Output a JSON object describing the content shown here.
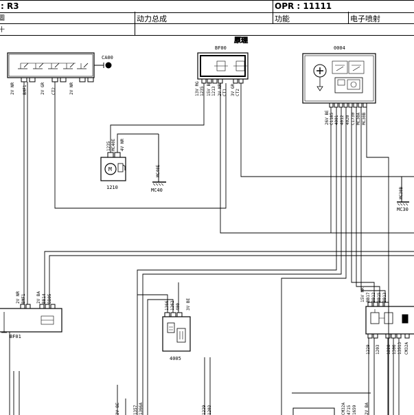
{
  "header": {
    "row1_left": ": R3",
    "row1_right": "OPR : 11111",
    "row2_left_cut": "圖",
    "row2_system": "动力总成",
    "row2_function_label": "功能",
    "row2_function_value": "电子喷射",
    "row3_left_cut": "十"
  },
  "diagram": {
    "section_title": "原理",
    "components": {
      "ca00": {
        "code": "CA00",
        "pins": [
          "2V NR",
          "BMF1",
          "2V GR",
          "CT2",
          "2V NR"
        ]
      },
      "bf00": {
        "code": "BF00",
        "pins": [
          "13V RG",
          "1235",
          "15V BE",
          "1213",
          "2V NR",
          "CT1",
          "3V GR",
          "CT2"
        ]
      },
      "c0004": {
        "code": "0004",
        "pins": [
          "26V BE",
          "C1185",
          "4001",
          "4012",
          "4020",
          "C1730",
          "MC30A",
          "MC30B"
        ]
      },
      "m1210": {
        "code": "1210",
        "pins": [
          "1235",
          "MC40E",
          "4V NR"
        ]
      },
      "mc40": {
        "code": "MC40",
        "label": "MC40E"
      },
      "mc30": {
        "code": "MC30",
        "label": "MC30B"
      },
      "bf01": {
        "code": "BF01",
        "pins": [
          "2V NR",
          "BMF1",
          "2V BA",
          "BB14",
          "BB05"
        ]
      },
      "s4005": {
        "code": "4005",
        "pins": [
          "1366",
          "1262",
          "400",
          "3V BE"
        ]
      },
      "relay": {
        "pins": [
          "15V NR",
          "BB17",
          "BB12",
          "BB15",
          "BB13",
          "1229",
          "1203",
          "1228",
          "1306",
          "13513",
          "CM32A"
        ]
      },
      "bottom": {
        "pins": [
          "2V BE",
          "1357",
          "1366A",
          "1229",
          "1203",
          "CM32A",
          "4715",
          "1659",
          "2V BA"
        ]
      }
    }
  }
}
